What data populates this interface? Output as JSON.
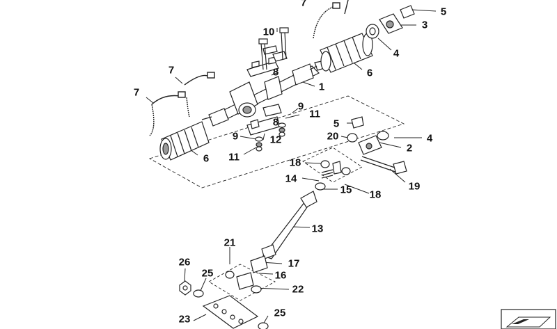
{
  "labels": [
    {
      "id": "lbl-1",
      "text": "1"
    },
    {
      "id": "lbl-2",
      "text": "2"
    },
    {
      "id": "lbl-3",
      "text": "3"
    },
    {
      "id": "lbl-4a",
      "text": "4"
    },
    {
      "id": "lbl-4b",
      "text": "4"
    },
    {
      "id": "lbl-5a",
      "text": "5"
    },
    {
      "id": "lbl-5b",
      "text": "5"
    },
    {
      "id": "lbl-6a",
      "text": "6"
    },
    {
      "id": "lbl-6b",
      "text": "6"
    },
    {
      "id": "lbl-7a",
      "text": "7"
    },
    {
      "id": "lbl-7b",
      "text": "7"
    },
    {
      "id": "lbl-7c",
      "text": "7"
    },
    {
      "id": "lbl-8a",
      "text": "8"
    },
    {
      "id": "lbl-8b",
      "text": "8"
    },
    {
      "id": "lbl-9a",
      "text": "9"
    },
    {
      "id": "lbl-9b",
      "text": "9"
    },
    {
      "id": "lbl-10",
      "text": "10"
    },
    {
      "id": "lbl-11a",
      "text": "11"
    },
    {
      "id": "lbl-11b",
      "text": "11"
    },
    {
      "id": "lbl-12",
      "text": "12"
    },
    {
      "id": "lbl-13",
      "text": "13"
    },
    {
      "id": "lbl-14",
      "text": "14"
    },
    {
      "id": "lbl-15",
      "text": "15"
    },
    {
      "id": "lbl-16",
      "text": "16"
    },
    {
      "id": "lbl-17",
      "text": "17"
    },
    {
      "id": "lbl-18a",
      "text": "18"
    },
    {
      "id": "lbl-18b",
      "text": "18"
    },
    {
      "id": "lbl-19",
      "text": "19"
    },
    {
      "id": "lbl-20",
      "text": "20"
    },
    {
      "id": "lbl-21",
      "text": "21"
    },
    {
      "id": "lbl-22",
      "text": "22"
    },
    {
      "id": "lbl-23",
      "text": "23"
    },
    {
      "id": "lbl-25a",
      "text": "25"
    },
    {
      "id": "lbl-25b",
      "text": "25"
    },
    {
      "id": "lbl-26",
      "text": "26"
    }
  ],
  "icons": {
    "nav_arrow": "arrow-navigation-icon"
  },
  "colors": {
    "line": "#222222",
    "part_fill": "#ffffff",
    "shade": "#9a9a9a"
  }
}
